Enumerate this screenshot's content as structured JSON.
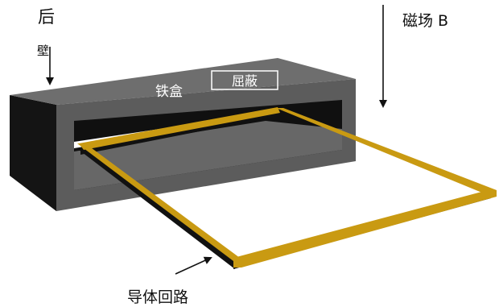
{
  "labels": {
    "back_wall_line1": "后",
    "back_wall_line2": "壁",
    "magnetic_field": "磁场 B",
    "iron_box": "铁盒",
    "shield": "屈蔽",
    "conductor_loop": "导体回路"
  },
  "colors": {
    "box_top": "#6e6e6e",
    "box_front": "#5c5c5c",
    "box_side": "#141414",
    "box_inner_dark": "#101010",
    "box_inner_floor": "#676767",
    "loop_gold": "#c99a12",
    "loop_shadow": "#111111",
    "shield_border": "#ffffff",
    "arrows": "#111111"
  }
}
